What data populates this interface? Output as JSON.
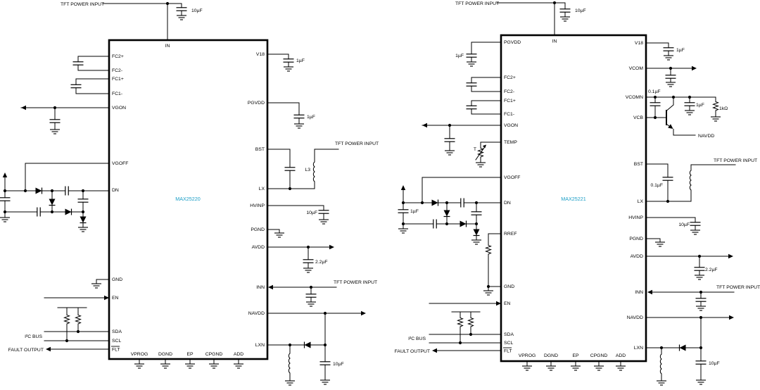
{
  "shared": {
    "tft_power_input": "TFT POWER INPUT",
    "i2c_bus": "I²C BUS",
    "fault_output": "FAULT OUTPUT"
  },
  "colors": {
    "part_number_accent": "#1b9ec6",
    "wire": "#000000"
  },
  "left_ic": {
    "part": "MAX25220",
    "pins": {
      "in": "IN",
      "fc2p": "FC2+",
      "fc2m": "FC2-",
      "fc1p": "FC1+",
      "fc1m": "FC1-",
      "vgon": "VGON",
      "vgoff": "VGOFF",
      "dn": "DN",
      "gnd": "GND",
      "en": "EN",
      "sda": "SDA",
      "scl": "SCL",
      "flt": "FLT",
      "v18": "V18",
      "pgvdd": "PGVDD",
      "bst": "BST",
      "lx": "LX",
      "hvinp": "HVINP",
      "pgnd": "PGND",
      "avdd": "AVDD",
      "inn": "INN",
      "navdd": "NAVDD",
      "lxn": "LXN",
      "vprog": "VPROG",
      "dgnd": "DGND",
      "ep": "EP",
      "cpgnd": "CPGND",
      "add": "ADD"
    },
    "values": {
      "c_in": "10µF",
      "c_v18": "1µF",
      "c_pgvdd": "1µF",
      "c_hvinp": "10µF",
      "c_avdd": "2.2µF",
      "c_navdd": "10µF",
      "l_boost": "L3"
    }
  },
  "right_ic": {
    "part": "MAX25221",
    "pins": {
      "in": "IN",
      "pgvdd": "PGVDD",
      "fc2p": "FC2+",
      "fc2m": "FC2-",
      "fc1p": "FC1+",
      "fc1m": "FC1-",
      "vgon": "VGON",
      "temp": "TEMP",
      "vgoff": "VGOFF",
      "dn": "DN",
      "rref": "RREF",
      "gnd": "GND",
      "en": "EN",
      "sda": "SDA",
      "scl": "SCL",
      "flt": "FLT",
      "v18": "V18",
      "vcom": "VCOM",
      "vcomn": "VCOMN",
      "vcb": "VCB",
      "bst": "BST",
      "lx": "LX",
      "hvinp": "HVINP",
      "pgnd": "PGND",
      "avdd": "AVDD",
      "inn": "INN",
      "navdd": "NAVDD",
      "lxn": "LXN",
      "vprog": "VPROG",
      "dgnd": "DGND",
      "ep": "EP",
      "cpgnd": "CPGND",
      "add": "ADD"
    },
    "values": {
      "c_in": "10µF",
      "c_pgvdd": "1µF",
      "c_dn": "1µF",
      "c_v18": "1µF",
      "c_vcomn": "0.1µF",
      "c_vcomn2": "1µF",
      "r_vcb": "1kΩ",
      "c_bst": "0.1µF",
      "c_hvinp": "10µF",
      "c_avdd": "2.2µF",
      "c_navdd": "10µF"
    },
    "labels": {
      "navdd_net": "NAVDD",
      "thermistor": "T"
    }
  }
}
